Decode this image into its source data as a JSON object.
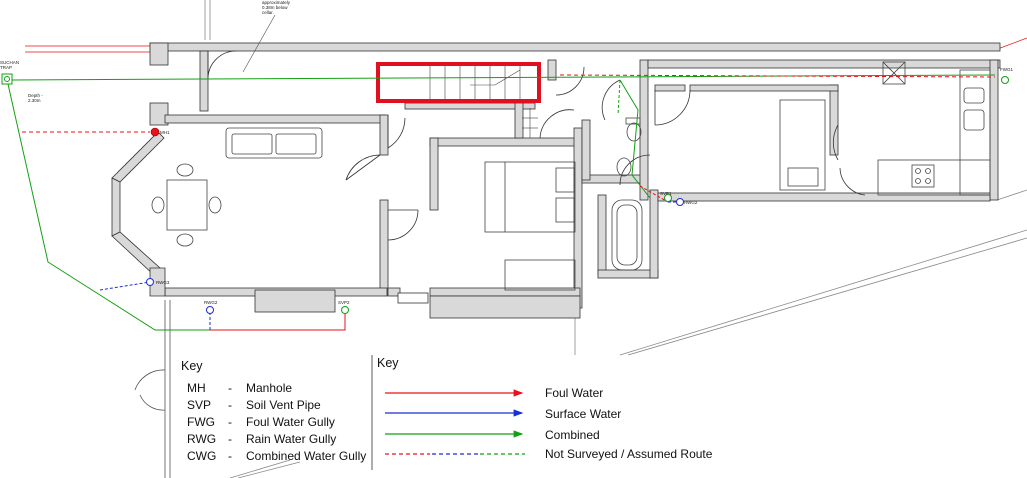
{
  "annotations": {
    "cellar_note": [
      "approximately",
      "0.38m below",
      "cellar."
    ],
    "interceptor_trap": [
      "SUCHAN",
      "TRAP"
    ],
    "depth_note": [
      "Depth -",
      "2.30m"
    ],
    "mh1": "MH1",
    "svp1": "SVP1",
    "svp2": "SVP2",
    "rwg1": "RWG1",
    "rwg2": "RWG2",
    "rwg3": "RWG3",
    "fwg1": "FWG1"
  },
  "key_abbrev": {
    "title": "Key",
    "rows": [
      {
        "code": "MH",
        "dash": "-",
        "meaning": "Manhole"
      },
      {
        "code": "SVP",
        "dash": "-",
        "meaning": "Soil Vent Pipe"
      },
      {
        "code": "FWG",
        "dash": "-",
        "meaning": "Foul Water Gully"
      },
      {
        "code": "RWG",
        "dash": "-",
        "meaning": "Rain Water Gully"
      },
      {
        "code": "CWG",
        "dash": "-",
        "meaning": "Combined Water Gully"
      }
    ]
  },
  "key_lines": {
    "title": "Key",
    "rows": [
      {
        "label": "Foul Water",
        "color": "#e8101a"
      },
      {
        "label": "Surface Water",
        "color": "#1a2fd6"
      },
      {
        "label": "Combined",
        "color": "#12a012"
      },
      {
        "label": "Not Surveyed / Assumed Route",
        "colors": [
          "#e8101a",
          "#1a2fd6",
          "#12a012"
        ]
      }
    ]
  },
  "colors": {
    "foul": "#e8101a",
    "surface": "#1a2fd6",
    "combined": "#12a012",
    "wall_fill": "#d9d9d9",
    "highlight": "#e01020"
  }
}
